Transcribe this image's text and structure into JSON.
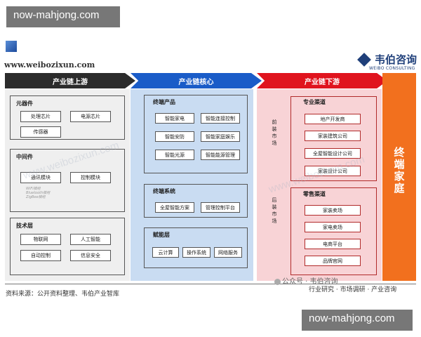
{
  "watermark": {
    "top": "now-mahjong.com",
    "bottom": "now-mahjong.com"
  },
  "header": {
    "site_url": "www.weibozixun.com",
    "brand_cn": "韦伯咨询",
    "brand_en": "WEIBO CONSULTING"
  },
  "stages": {
    "upstream": "产业链上游",
    "midstream": "产业链核心",
    "downstream": "产业链下游",
    "home": "终端家庭"
  },
  "upstream": {
    "components": {
      "title": "元器件",
      "items": [
        "处理芯片",
        "电源芯片",
        "传感器"
      ]
    },
    "middleware": {
      "title": "中间件",
      "items": [
        "通讯模块",
        "控制模块"
      ],
      "notes": [
        "WiFi模组",
        "Bluetooth模组",
        "ZigBee模组"
      ]
    },
    "tech": {
      "title": "技术层",
      "items": [
        "物联网",
        "人工智能",
        "自动控制",
        "信息安全"
      ]
    }
  },
  "midstream": {
    "products": {
      "title": "终端产品",
      "items": [
        "智能家电",
        "智能连接控制",
        "智能安防",
        "智能家庭娱乐",
        "智能光源",
        "智能能源管理"
      ]
    },
    "systems": {
      "title": "终端系统",
      "items": [
        "全屋智能方案",
        "管理控制平台"
      ]
    },
    "enabling": {
      "title": "赋能层",
      "items": [
        "云计算",
        "操作系统",
        "网络服务"
      ]
    }
  },
  "downstream": {
    "pro_channel": {
      "title": "专业渠道",
      "side_label": [
        "前",
        "装",
        "市",
        "场"
      ],
      "items": [
        "地产开发商",
        "家装建筑公司",
        "全屋智能设计公司",
        "家装设计公司"
      ]
    },
    "retail_channel": {
      "title": "零售渠道",
      "side_label": [
        "后",
        "装",
        "市",
        "场"
      ],
      "items": [
        "家装卖场",
        "家电卖场",
        "电商平台",
        "品牌官网"
      ]
    }
  },
  "footer": {
    "source": "资料来源：公开资料整理、韦伯产业智库",
    "wechat": "公众号 · 韦伯咨询",
    "right_text": "行业研究 · 市场调研 · 产业咨询"
  },
  "ghost_text": "www.weibozixun.com",
  "colors": {
    "upstream": "#2c2c2c",
    "midstream": "#1a5cc8",
    "downstream": "#e0141e",
    "home": "#f2701e",
    "brand": "#1f3f7a"
  }
}
